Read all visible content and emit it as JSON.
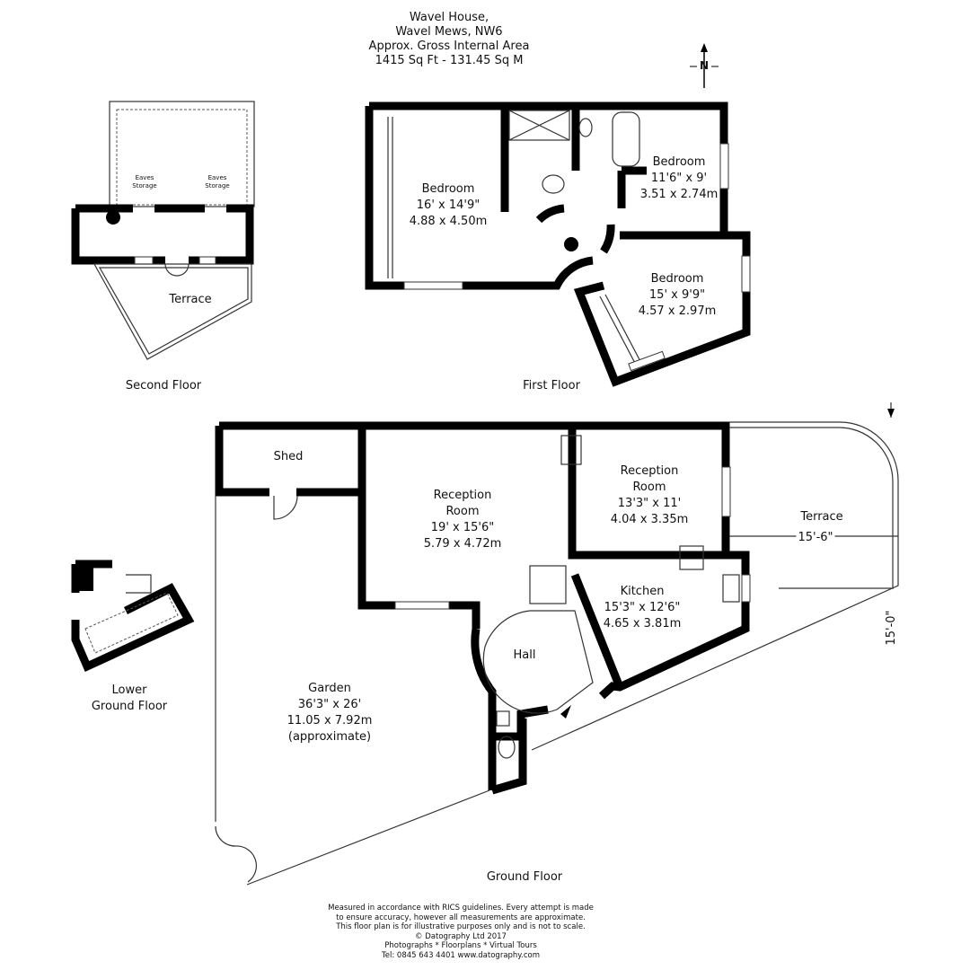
{
  "header": {
    "lines": [
      "Wavel House,",
      "Wavel Mews, NW6",
      "Approx. Gross Internal Area",
      "1415 Sq Ft  -  131.45 Sq M"
    ]
  },
  "compass": {
    "label": "N",
    "icon": "north-arrow-icon"
  },
  "floors": {
    "second": {
      "label": "Second Floor",
      "rooms": [
        {
          "name": "Eaves",
          "name2": "Storage"
        },
        {
          "name": "Eaves",
          "name2": "Storage"
        },
        {
          "name": "Terrace"
        }
      ]
    },
    "first": {
      "label": "First Floor",
      "rooms": [
        {
          "name": "Bedroom",
          "imperial": "16' x 14'9\"",
          "metric": "4.88 x 4.50m"
        },
        {
          "name": "Bedroom",
          "imperial": "11'6\" x 9'",
          "metric": "3.51 x 2.74m"
        },
        {
          "name": "Bedroom",
          "imperial": "15' x 9'9\"",
          "metric": "4.57 x 2.97m"
        }
      ]
    },
    "ground": {
      "label": "Ground Floor",
      "rooms": [
        {
          "name": "Shed"
        },
        {
          "name": "Reception",
          "name2": "Room",
          "imperial": "19' x 15'6\"",
          "metric": "5.79 x 4.72m"
        },
        {
          "name": "Reception",
          "name2": "Room",
          "imperial": "13'3\" x 11'",
          "metric": "4.04 x 3.35m"
        },
        {
          "name": "Terrace",
          "dim_h": "15'-6\"",
          "dim_v": "15'-0\""
        },
        {
          "name": "Kitchen",
          "imperial": "15'3\" x 12'6\"",
          "metric": "4.65 x 3.81m"
        },
        {
          "name": "Hall"
        },
        {
          "name": "Garden",
          "imperial": "36'3\" x 26'",
          "metric": "11.05 x 7.92m",
          "note": "(approximate)"
        }
      ]
    },
    "lower_ground": {
      "label": "Lower",
      "label2": "Ground Floor"
    }
  },
  "footer": {
    "lines": [
      "Measured in accordance with RICS guidelines. Every attempt is made",
      "to ensure accuracy, however all measurements are approximate.",
      "This floor plan is for illustrative purposes only and is not to scale.",
      "© Datography Ltd 2017",
      "Photographs * Floorplans * Virtual Tours",
      "Tel: 0845 643 4401 www.datography.com"
    ]
  },
  "colors": {
    "walls": "#000000",
    "background": "#ffffff"
  }
}
